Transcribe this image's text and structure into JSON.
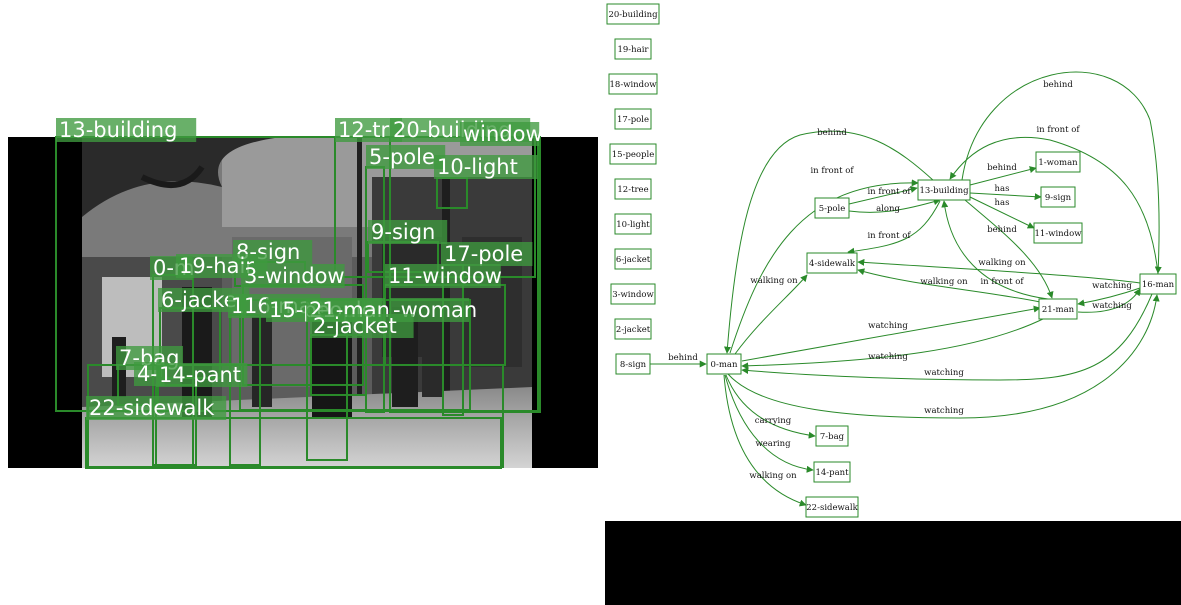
{
  "colors": {
    "box": "#2a8a2a",
    "label_bg": "#3f9a3f",
    "edge": "#2a8a2a",
    "panel": "#000000"
  },
  "scene_boxes": [
    {
      "id": "13-building",
      "label": "13-building"
    },
    {
      "id": "12-tree",
      "label": "12-tr"
    },
    {
      "id": "20-building",
      "label": "20-building"
    },
    {
      "id": "18-window",
      "label": "window"
    },
    {
      "id": "5-pole",
      "label": "5-pole"
    },
    {
      "id": "10-light",
      "label": "10-light"
    },
    {
      "id": "9-sign",
      "label": "9-sign"
    },
    {
      "id": "17-pole",
      "label": "17-pole"
    },
    {
      "id": "11-window",
      "label": "11-window"
    },
    {
      "id": "8-sign",
      "label": "8-sign"
    },
    {
      "id": "0-man",
      "label": "0-m"
    },
    {
      "id": "19-hair",
      "label": "19-hair"
    },
    {
      "id": "3-window",
      "label": "3-window"
    },
    {
      "id": "6-jacket",
      "label": "6-jacke"
    },
    {
      "id": "1-woman",
      "label": "1"
    },
    {
      "id": "16-man",
      "label": "16-man"
    },
    {
      "id": "15-people",
      "label": "15-people"
    },
    {
      "id": "21-man",
      "label": "21-man"
    },
    {
      "id": "1-woman-b",
      "label": "-woman"
    },
    {
      "id": "2-jacket",
      "label": "2-jacket"
    },
    {
      "id": "7-bag",
      "label": "7-bag"
    },
    {
      "id": "4-sidewalk",
      "label": "4-"
    },
    {
      "id": "14-pant",
      "label": "14-pant"
    },
    {
      "id": "22-sidewalk",
      "label": "22-sidewalk"
    }
  ],
  "graph": {
    "nodes": [
      {
        "id": "20-building",
        "label": "20-building"
      },
      {
        "id": "19-hair",
        "label": "19-hair"
      },
      {
        "id": "18-window",
        "label": "18-window"
      },
      {
        "id": "17-pole",
        "label": "17-pole"
      },
      {
        "id": "15-people",
        "label": "15-people"
      },
      {
        "id": "12-tree",
        "label": "12-tree"
      },
      {
        "id": "10-light",
        "label": "10-light"
      },
      {
        "id": "6-jacket",
        "label": "6-jacket"
      },
      {
        "id": "3-window",
        "label": "3-window"
      },
      {
        "id": "2-jacket",
        "label": "2-jacket"
      },
      {
        "id": "8-sign",
        "label": "8-sign"
      },
      {
        "id": "0-man",
        "label": "0-man"
      },
      {
        "id": "5-pole",
        "label": "5-pole"
      },
      {
        "id": "4-sidewalk",
        "label": "4-sidewalk"
      },
      {
        "id": "13-building",
        "label": "13-building"
      },
      {
        "id": "1-woman",
        "label": "1-woman"
      },
      {
        "id": "9-sign",
        "label": "9-sign"
      },
      {
        "id": "11-window",
        "label": "11-window"
      },
      {
        "id": "21-man",
        "label": "21-man"
      },
      {
        "id": "16-man",
        "label": "16-man"
      },
      {
        "id": "7-bag",
        "label": "7-bag"
      },
      {
        "id": "14-pant",
        "label": "14-pant"
      },
      {
        "id": "22-sidewalk",
        "label": "22-sidewalk"
      }
    ],
    "edges": [
      {
        "from": "8-sign",
        "to": "0-man",
        "label": "behind"
      },
      {
        "from": "13-building",
        "to": "0-man",
        "label": "behind"
      },
      {
        "from": "0-man",
        "to": "13-building",
        "label": "in front of"
      },
      {
        "from": "5-pole",
        "to": "13-building",
        "label": "in front of"
      },
      {
        "from": "5-pole",
        "to": "13-building",
        "label": "along"
      },
      {
        "from": "13-building",
        "to": "4-sidewalk",
        "label": "in front of"
      },
      {
        "from": "13-building",
        "to": "1-woman",
        "label": "behind"
      },
      {
        "from": "13-building",
        "to": "9-sign",
        "label": "has"
      },
      {
        "from": "13-building",
        "to": "11-window",
        "label": "has"
      },
      {
        "from": "13-building",
        "to": "21-man",
        "label": "behind"
      },
      {
        "from": "21-man",
        "to": "13-building",
        "label": "in front of"
      },
      {
        "from": "13-building",
        "to": "16-man",
        "label": "behind"
      },
      {
        "from": "16-man",
        "to": "13-building",
        "label": "in front of"
      },
      {
        "from": "0-man",
        "to": "4-sidewalk",
        "label": "walking on"
      },
      {
        "from": "21-man",
        "to": "4-sidewalk",
        "label": "walking on"
      },
      {
        "from": "16-man",
        "to": "4-sidewalk",
        "label": "walking on"
      },
      {
        "from": "16-man",
        "to": "21-man",
        "label": "watching"
      },
      {
        "from": "21-man",
        "to": "16-man",
        "label": "watching"
      },
      {
        "from": "0-man",
        "to": "21-man",
        "label": "watching"
      },
      {
        "from": "21-man",
        "to": "0-man",
        "label": "watching"
      },
      {
        "from": "16-man",
        "to": "0-man",
        "label": "watching"
      },
      {
        "from": "0-man",
        "to": "16-man",
        "label": "watching"
      },
      {
        "from": "0-man",
        "to": "7-bag",
        "label": "carrying"
      },
      {
        "from": "0-man",
        "to": "14-pant",
        "label": "wearing"
      },
      {
        "from": "0-man",
        "to": "22-sidewalk",
        "label": "walking on"
      }
    ]
  }
}
